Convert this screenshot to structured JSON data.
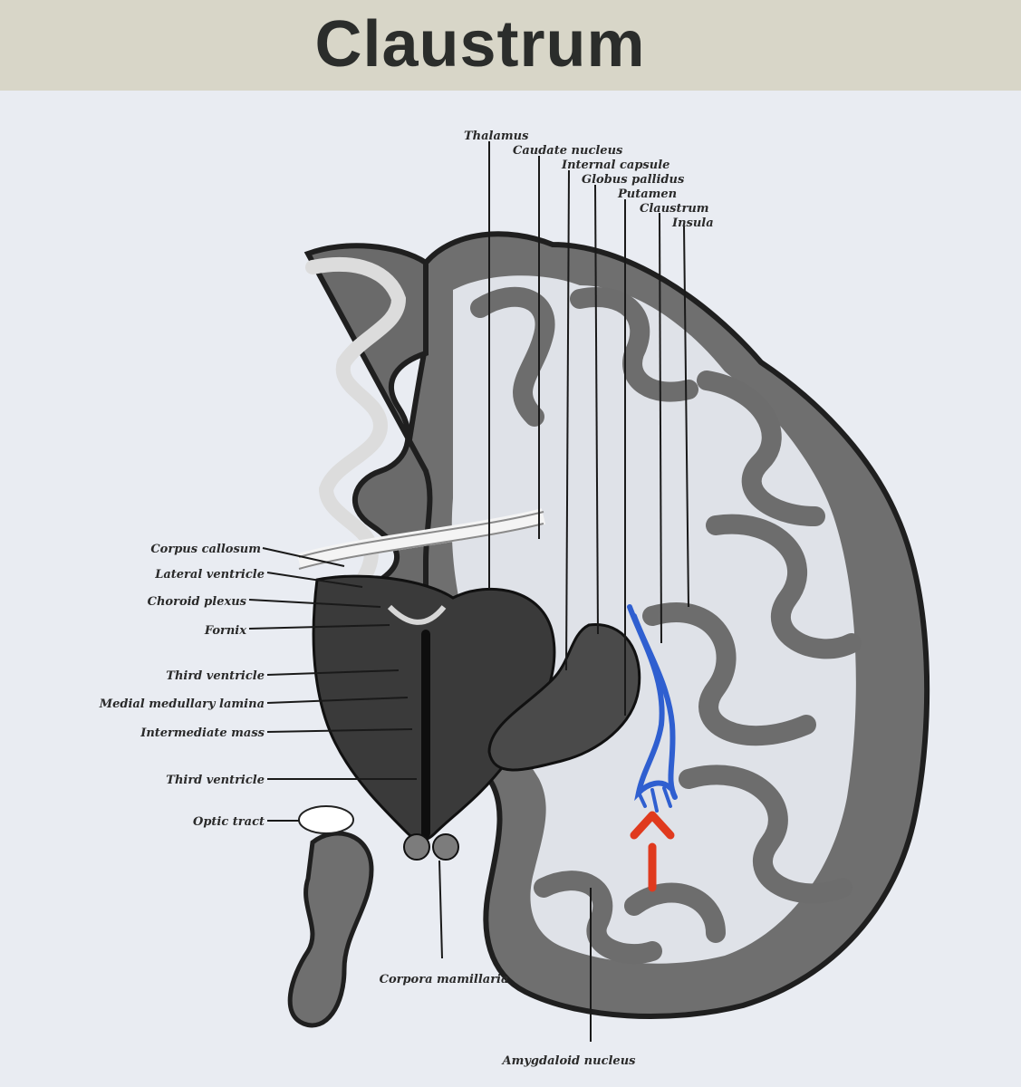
{
  "title": "Claustrum",
  "colors": {
    "title_band": "#d8d6c8",
    "background": "#e9ecf2",
    "cortex": "#6d6d6d",
    "claustrum_highlight": "#2f5fd0",
    "arrow": "#e03a1e"
  },
  "labels_top": [
    "Thalamus",
    "Caudate nucleus",
    "Internal capsule",
    "Globus pallidus",
    "Putamen",
    "Claustrum",
    "Insula"
  ],
  "labels_left": [
    "Corpus callosum",
    "Lateral ventricle",
    "Choroid plexus",
    "Fornix",
    "Third ventricle",
    "Medial medullary lamina",
    "Intermediate mass",
    "Third ventricle",
    "Optic tract"
  ],
  "labels_bottom": [
    "Corpora mamillaria",
    "Amygdaloid nucleus"
  ],
  "arrow_icon": "up-arrow-icon"
}
